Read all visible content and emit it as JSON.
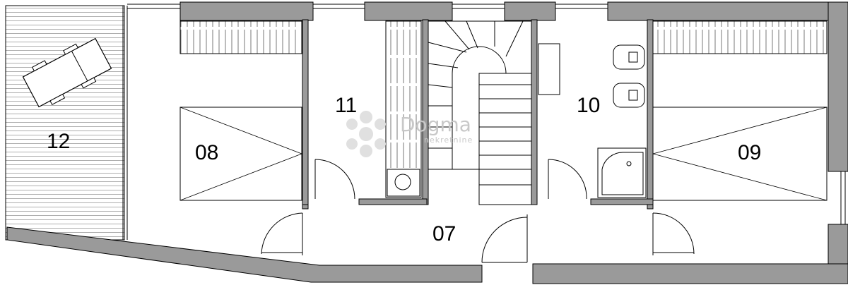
{
  "rooms": {
    "r07": "07",
    "r08": "08",
    "r09": "09",
    "r10": "10",
    "r11": "11",
    "r12": "12"
  },
  "watermark": {
    "brand": "Dogma",
    "sub": "nekretnine"
  },
  "colors": {
    "wall": "#9a9a9a",
    "line": "#000000",
    "watermark": "#d4d4d4"
  }
}
